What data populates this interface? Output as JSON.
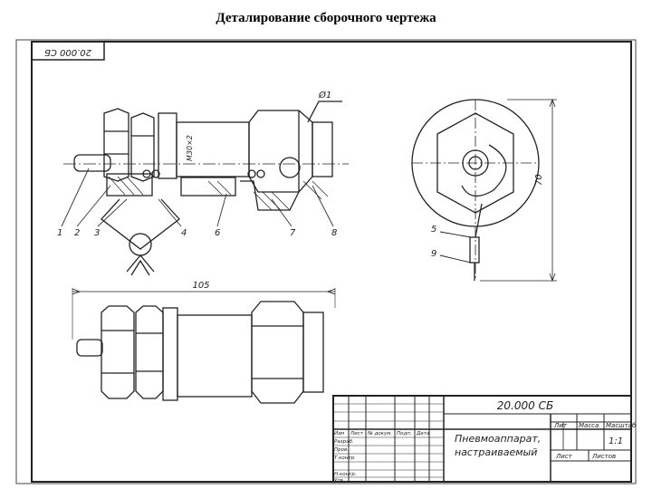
{
  "slide": {
    "title": "Деталирование сборочного чертежа"
  },
  "drawing": {
    "stamp_code_rotated": "20.000 СБ",
    "thread_label": "М30×2",
    "diameter_label": "Ø1",
    "dimension_length": "105",
    "dimension_height": "70",
    "part_numbers": [
      "1",
      "2",
      "3",
      "4",
      "6",
      "7",
      "8"
    ],
    "side_view_numbers": [
      "5",
      "9"
    ]
  },
  "title_block": {
    "code": "20.000 СБ",
    "name_line1": "Пневмоаппарат,",
    "name_line2": "настраиваемый",
    "col_lit": "Лит",
    "col_mass": "Масса",
    "col_scale": "Масштаб",
    "scale_value": "1:1",
    "sheet": "Лист",
    "sheets": "Листов",
    "row_izm": "Изм",
    "row_list": "Лист",
    "row_doc": "№ докум.",
    "row_sign": "Подп.",
    "row_date": "Дата",
    "row_razrab": "Разраб.",
    "row_prov": "Пров.",
    "row_tkontr": "Т.контр.",
    "row_nkontr": "Н.контр.",
    "row_utv": "Утв."
  }
}
